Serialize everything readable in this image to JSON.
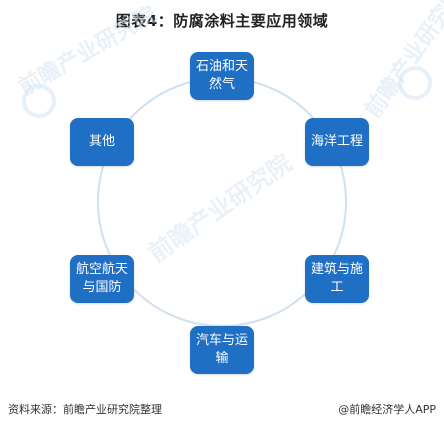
{
  "title": "图表4：防腐涂料主要应用领域",
  "node_color": "#1f6fc5",
  "ring_color": "#cfe0f1",
  "nodes": [
    {
      "id": "top",
      "lines": [
        "石油和天",
        "然气"
      ]
    },
    {
      "id": "upper-right",
      "lines": [
        "海洋工程"
      ]
    },
    {
      "id": "lower-right",
      "lines": [
        "建筑与施",
        "工"
      ]
    },
    {
      "id": "bottom",
      "lines": [
        "汽车与运",
        "输"
      ]
    },
    {
      "id": "lower-left",
      "lines": [
        "航空航天",
        "与国防"
      ]
    },
    {
      "id": "upper-left",
      "lines": [
        "其他"
      ]
    }
  ],
  "watermarks": [
    "前瞻产业研究院",
    "前瞻产业研究院",
    "前瞻产业研究院"
  ],
  "footer": {
    "source": "资料来源：前瞻产业研究院整理",
    "credit": "@前瞻经济学人APP"
  }
}
